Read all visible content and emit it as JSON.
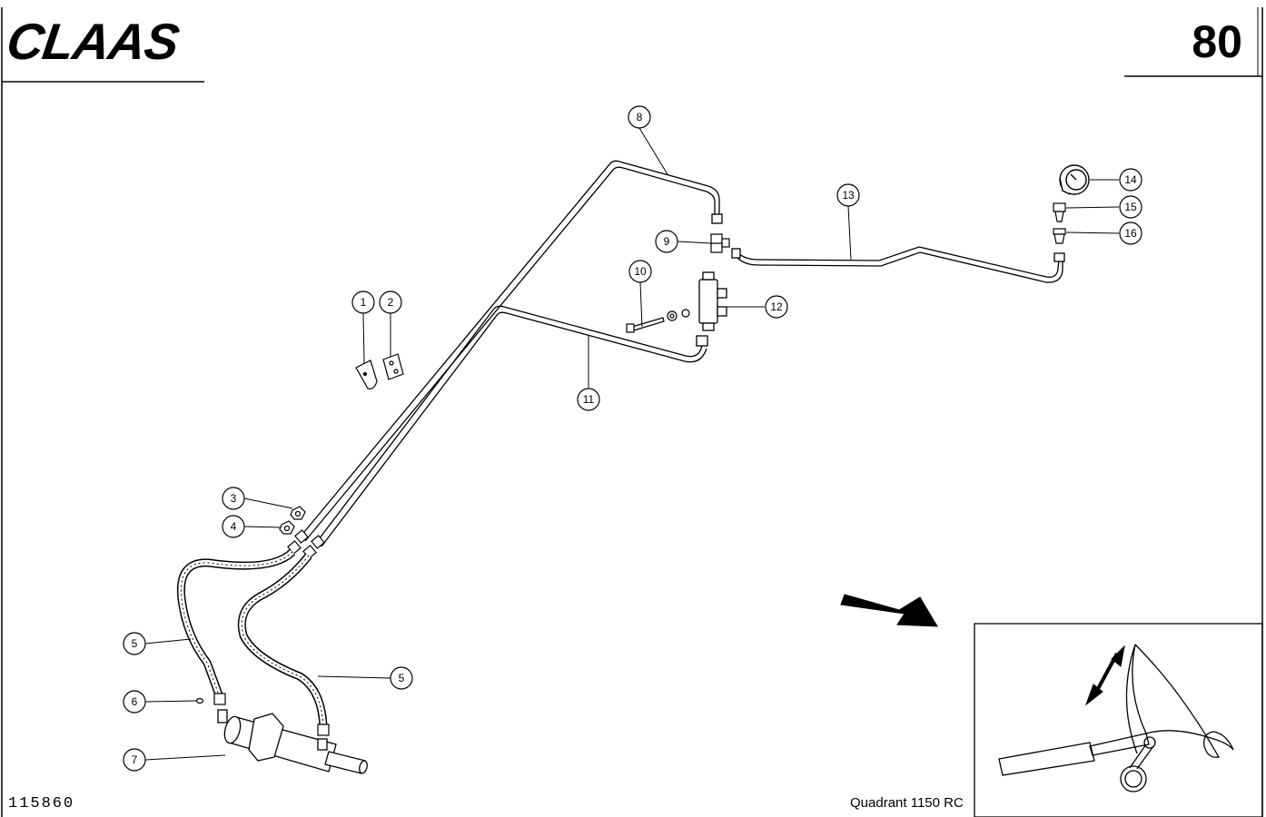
{
  "header": {
    "brand": "CLAAS",
    "page_number": "80"
  },
  "footer": {
    "drawing_number": "115860",
    "model": "Quadrant 1150 RC"
  },
  "callouts": [
    {
      "id": "callout-1",
      "label": "1"
    },
    {
      "id": "callout-2",
      "label": "2"
    },
    {
      "id": "callout-3",
      "label": "3"
    },
    {
      "id": "callout-4",
      "label": "4"
    },
    {
      "id": "callout-5a",
      "label": "5"
    },
    {
      "id": "callout-5b",
      "label": "5"
    },
    {
      "id": "callout-6",
      "label": "6"
    },
    {
      "id": "callout-7",
      "label": "7"
    },
    {
      "id": "callout-8",
      "label": "8"
    },
    {
      "id": "callout-9",
      "label": "9"
    },
    {
      "id": "callout-10",
      "label": "10"
    },
    {
      "id": "callout-11",
      "label": "11"
    },
    {
      "id": "callout-12",
      "label": "12"
    },
    {
      "id": "callout-13",
      "label": "13"
    },
    {
      "id": "callout-14",
      "label": "14"
    },
    {
      "id": "callout-15",
      "label": "15"
    },
    {
      "id": "callout-16",
      "label": "16"
    }
  ],
  "colors": {
    "ink": "#000000",
    "paper": "#ffffff"
  }
}
